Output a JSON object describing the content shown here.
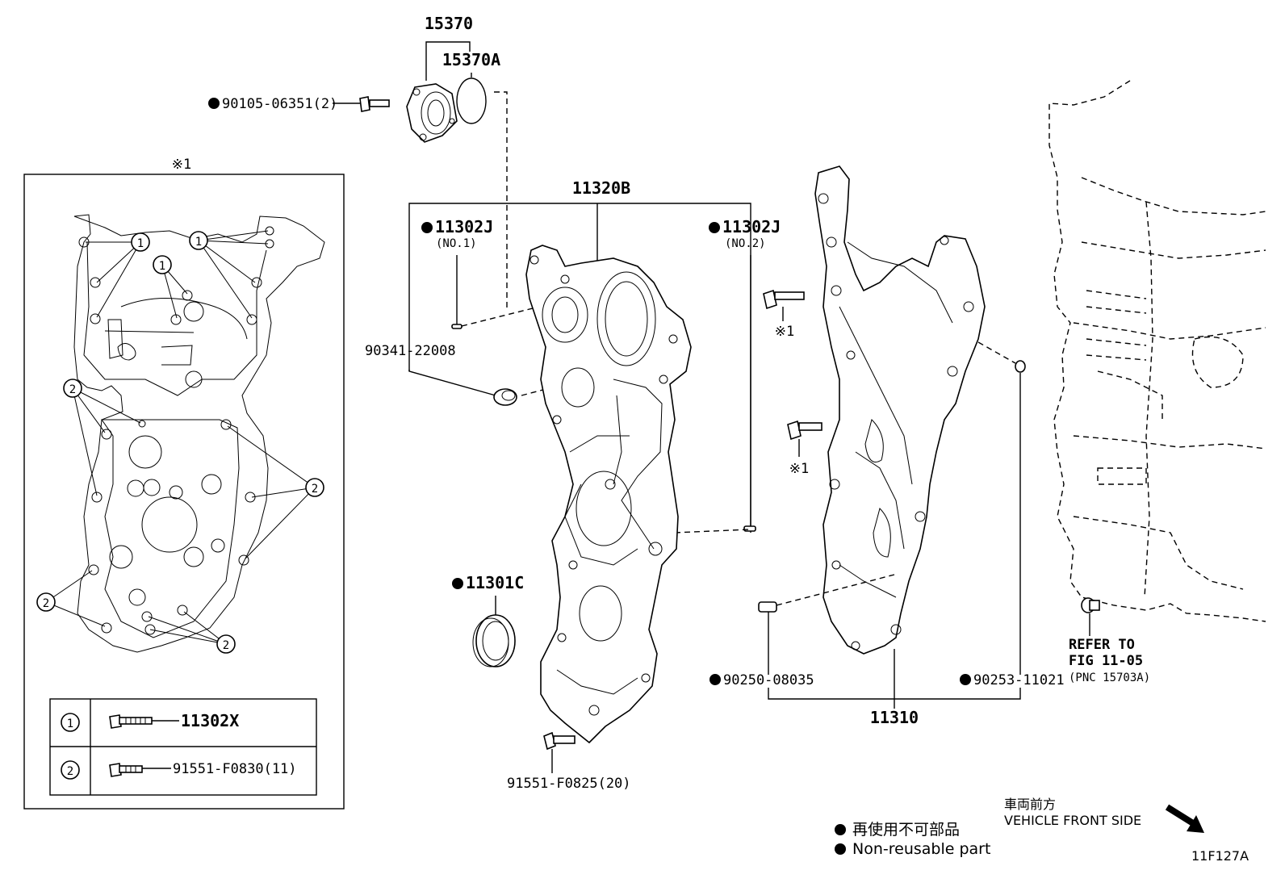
{
  "figure_id": "11F127A",
  "inset": {
    "title": "※1",
    "legend_rows": [
      {
        "num": "1",
        "part": "11302X"
      },
      {
        "num": "2",
        "part": "91551-F0830(11)"
      }
    ],
    "callout_1": "1",
    "callout_2": "2"
  },
  "parts": {
    "p15370": "15370",
    "p15370a": "15370A",
    "p90105": "90105-06351(2)",
    "p11320b": "11320B",
    "p11302j_1": "11302J",
    "p11302j_1_sub": "(NO.1)",
    "p11302j_2": "11302J",
    "p11302j_2_sub": "(NO.2)",
    "p90341": "90341-22008",
    "p11301c": "11301C",
    "p91551_f0825": "91551-F0825(20)",
    "p90250": "90250-08035",
    "p90253": "90253-11021",
    "p11310": "11310",
    "mark_1a": "※1",
    "mark_1b": "※1"
  },
  "refer": {
    "line1": "REFER TO",
    "line2": "FIG 11-05",
    "line3": "(PNC 15703A)"
  },
  "vehicle_front": {
    "jp": "車両前方",
    "en": "VEHICLE FRONT SIDE"
  },
  "legend": {
    "jp": "再使用不可部品",
    "en": "Non-reusable part"
  }
}
